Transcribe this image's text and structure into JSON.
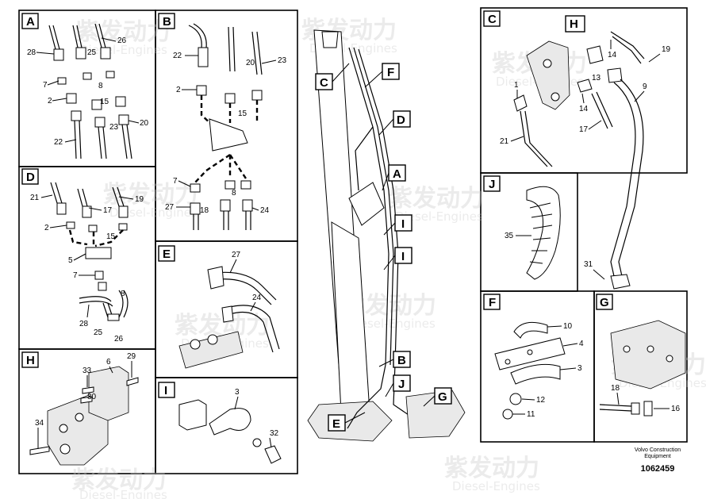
{
  "diagram": {
    "panels": {
      "A": {
        "label": "A",
        "parts": [
          "28",
          "25",
          "26",
          "7",
          "8",
          "2",
          "15",
          "23",
          "20",
          "22"
        ]
      },
      "B": {
        "label": "B",
        "parts": [
          "22",
          "20",
          "23",
          "2",
          "15",
          "7",
          "8",
          "27",
          "18",
          "24"
        ]
      },
      "C": {
        "label": "C",
        "parts": [
          "14",
          "19",
          "13",
          "9",
          "1",
          "14",
          "17",
          "21",
          "31"
        ]
      },
      "D": {
        "label": "D",
        "parts": [
          "21",
          "17",
          "19",
          "2",
          "15",
          "5",
          "7",
          "8",
          "28",
          "25",
          "26"
        ]
      },
      "E": {
        "label": "E",
        "parts": [
          "27",
          "24"
        ]
      },
      "F": {
        "label": "F",
        "parts": [
          "10",
          "4",
          "3",
          "12",
          "11"
        ]
      },
      "G": {
        "label": "G",
        "parts": [
          "18",
          "16"
        ]
      },
      "H": {
        "label": "H",
        "parts": [
          "29",
          "33",
          "6",
          "30",
          "34"
        ]
      },
      "I": {
        "label": "I",
        "parts": [
          "3",
          "32"
        ]
      },
      "J": {
        "label": "J",
        "parts": [
          "35"
        ]
      }
    },
    "inset_labels": {
      "C": "C",
      "H": "H",
      "F": "F",
      "D": "D",
      "A": "A",
      "I1": "I",
      "I2": "I",
      "B": "B",
      "J": "J",
      "E": "E",
      "G": "G"
    }
  },
  "footer": {
    "company_line1": "Volvo Construction",
    "company_line2": "Equipment",
    "drawing_number": "1062459"
  },
  "watermark": {
    "text_cn": "紫发动力",
    "text_en": "Diesel-Engines"
  }
}
